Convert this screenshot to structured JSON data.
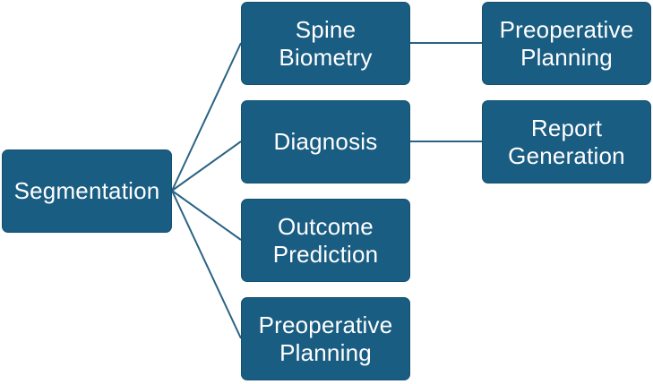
{
  "diagram": {
    "root": {
      "label": "Segmentation"
    },
    "branches": [
      {
        "label": "Spine\nBiometry",
        "child": {
          "label": "Preoperative\nPlanning"
        }
      },
      {
        "label": "Diagnosis",
        "child": {
          "label": "Report\nGeneration"
        }
      },
      {
        "label": "Outcome\nPrediction"
      },
      {
        "label": "Preoperative\nPlanning"
      }
    ],
    "colors": {
      "node_fill": "#1a5d82",
      "node_text": "#ffffff",
      "connector": "#2b6384"
    }
  }
}
